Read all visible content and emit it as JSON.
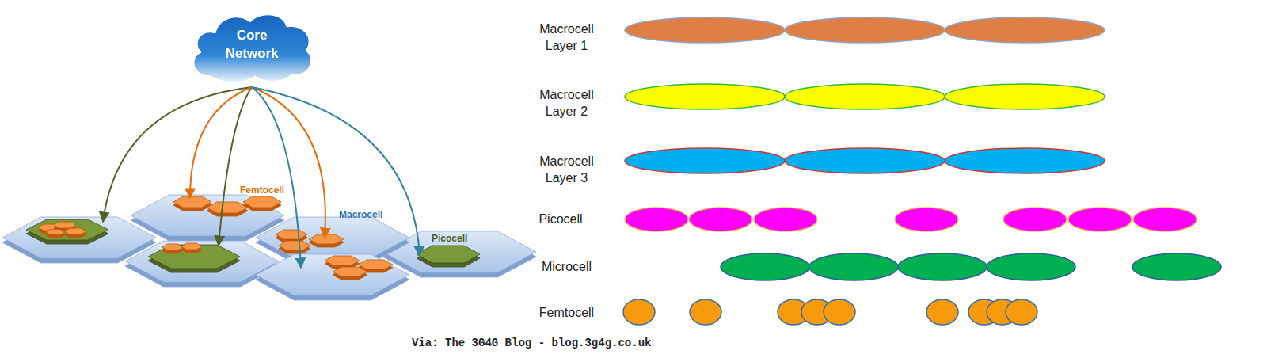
{
  "diagram": {
    "caption": "Via: The 3G4G Blog - blog.3g4g.co.uk",
    "nodes": [
      {
        "text": [
          "Core Network"
        ]
      }
    ],
    "labels": [
      "Femtocell",
      "Macrocell",
      "Picocell",
      "Macrocell Layer 1",
      "Macrocell Layer 2",
      "Macrocell Layer 3",
      "Picocell",
      "Microcell",
      "Femtocell"
    ]
  }
}
